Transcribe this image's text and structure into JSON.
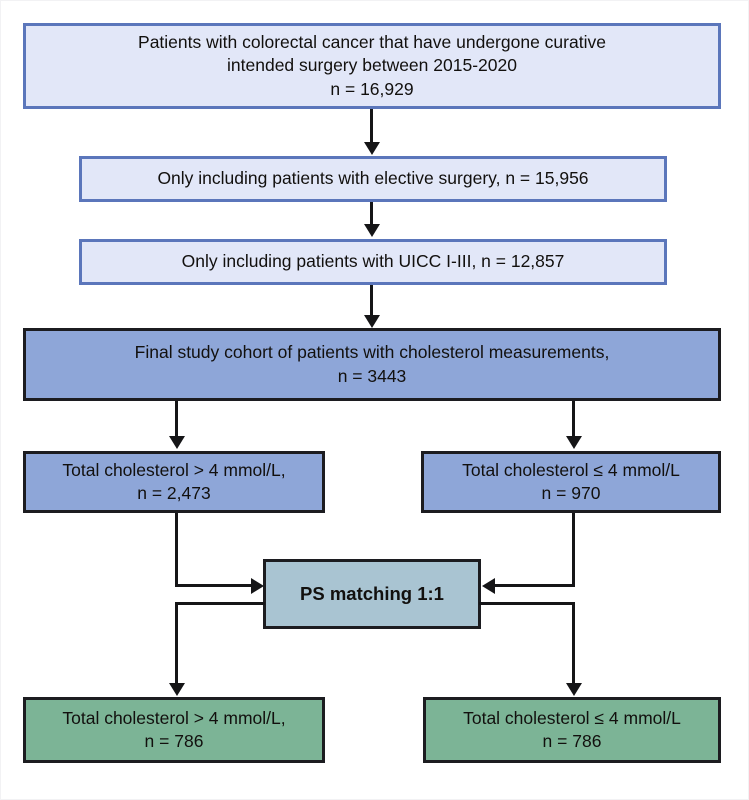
{
  "diagram": {
    "type": "flowchart",
    "title": "Study cohort selection flowchart",
    "colors": {
      "lavender_fill": "#e2e7f8",
      "lavender_border": "#5b76bb",
      "blue_fill": "#8ea6d8",
      "steel_fill": "#a9c4d2",
      "green_fill": "#7cb496",
      "dark_border": "#1c1c20",
      "background": "#ffffff"
    },
    "nodes": {
      "source_cohort": {
        "line1": "Patients with colorectal cancer that have undergone curative",
        "line2": "intended surgery between 2015-2020",
        "line3": "n = 16,929",
        "text": "Patients with colorectal cancer that have undergone curative\nintended surgery between 2015-2020\nn = 16,929",
        "n": "16,929"
      },
      "elective_filter": {
        "text": "Only including patients with elective surgery, n = 15,956",
        "n": "15,956"
      },
      "uicc_filter": {
        "text": "Only including patients with UICC I-III, n = 12,857",
        "n": "12,857"
      },
      "final_cohort": {
        "text": "Final study cohort of patients with cholesterol measurements,\nn = 3443",
        "n": "3443"
      },
      "high_chol": {
        "text": "Total cholesterol > 4 mmol/L,\nn = 2,473",
        "n": "2,473"
      },
      "low_chol": {
        "text": "Total cholesterol ≤ 4 mmol/L\nn = 970",
        "n": "970"
      },
      "ps_matching": {
        "text": "PS matching 1:1"
      },
      "high_chol_matched": {
        "text": "Total cholesterol > 4 mmol/L,\nn = 786",
        "n": "786"
      },
      "low_chol_matched": {
        "text": "Total cholesterol ≤ 4 mmol/L\nn = 786",
        "n": "786"
      }
    }
  }
}
